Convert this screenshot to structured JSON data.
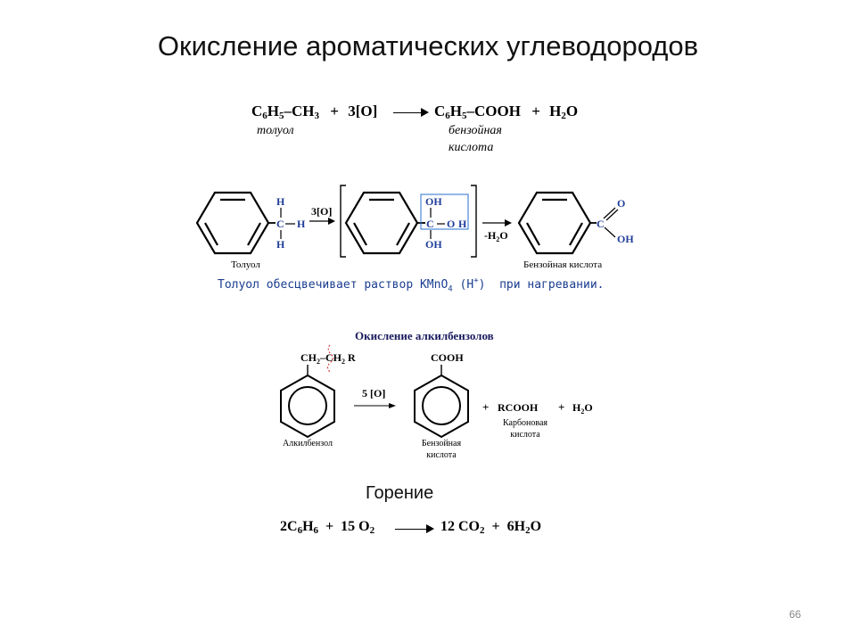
{
  "slide": {
    "title": "Окисление ароматических углеводородов",
    "page_number": "66"
  },
  "equation1": {
    "reactant": "C6H5–CH3",
    "plus1": "+",
    "oxidant": "3[O]",
    "product": "C6H5–COOH",
    "plus2": "+",
    "water": "H2O",
    "reactant_name": "толуол",
    "product_name_line1": "бензойная",
    "product_name_line2": "кислота"
  },
  "mechanism": {
    "toluene_label": "Толуол",
    "benzoic_label": "Бензойная кислота",
    "reagent_top": "3[O]",
    "reagent_bottom": "-H2O",
    "atoms": {
      "h": "H",
      "c": "C",
      "o": "O",
      "oh": "OH"
    },
    "note": "Толуол обесцвечивает раствор KMnO4 (H+) при нагревании.",
    "color_blue": "#1f3c9a"
  },
  "alkylbenzene": {
    "heading": "Окисление алкилбензолов",
    "reactant_substituent": "CH2–CH2 R",
    "product_substituent": "COOH",
    "reagent": "5 [O]",
    "reactant_label": "Алкилбензол",
    "product_label_line1": "Бензойная",
    "product_label_line2": "кислота",
    "plus1": "+",
    "acid": "RCOOH",
    "plus2": "+",
    "water": "H2O",
    "acid_label_line1": "Карбоновая",
    "acid_label_line2": "кислота",
    "cut_color": "#d62020"
  },
  "combustion": {
    "heading": "Горение",
    "equation": "2C6H6 + 15 O2 ⟶ 12 CO2 + 6H2O"
  }
}
